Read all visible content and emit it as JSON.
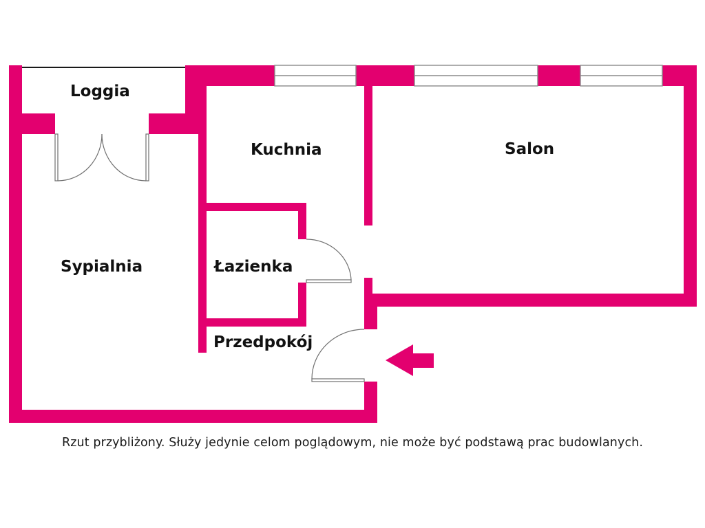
{
  "colors": {
    "wall": "#e3006f",
    "background": "#ffffff",
    "label": "#111111"
  },
  "rooms": [
    {
      "id": "loggia",
      "label": "Loggia"
    },
    {
      "id": "kuchnia",
      "label": "Kuchnia"
    },
    {
      "id": "salon",
      "label": "Salon"
    },
    {
      "id": "sypialnia",
      "label": "Sypialnia"
    },
    {
      "id": "lazienka",
      "label": "Łazienka"
    },
    {
      "id": "przedpokoj",
      "label": "Przedpokój"
    }
  ],
  "entrance": {
    "icon": "entrance-arrow-icon",
    "direction": "left"
  },
  "caption": "Rzut przybliżony. Służy jedynie celom poglądowym, nie może być podstawą prac budowlanych."
}
